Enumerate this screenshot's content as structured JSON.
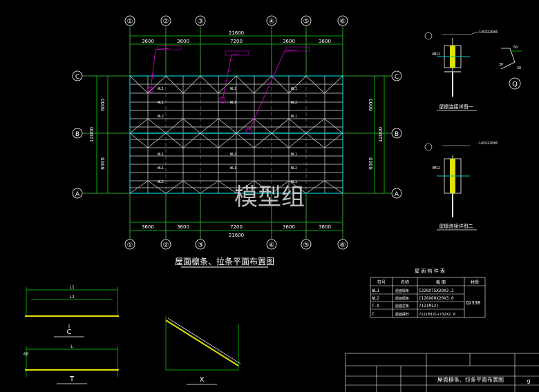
{
  "grid": {
    "columns": [
      "①",
      "②",
      "③",
      "④",
      "⑤",
      "⑥"
    ],
    "rows": [
      "A",
      "B",
      "C"
    ],
    "top_total": "21600",
    "top_dims": [
      "3600",
      "3600",
      "7200",
      "3600",
      "3600"
    ],
    "bottom_total": "21600",
    "bottom_dims": [
      "3600",
      "3600",
      "7200",
      "3600",
      "3600"
    ],
    "left_total": "12000",
    "left_dims": [
      "6000",
      "6000"
    ],
    "right_total": "12000",
    "right_dims": [
      "6000",
      "6000"
    ]
  },
  "main_title": "屋面檩条、拉条平面布置图",
  "watermark": "模型组",
  "detail_one": {
    "title": "屋檩连接详图一",
    "spec": "-145X220X6",
    "bolt": "4M12"
  },
  "detail_two": {
    "title": "屋檩连接详图二",
    "spec": "-145X220X6",
    "bolt": "4M12"
  },
  "section_q": {
    "label": "Q",
    "dims": [
      "50",
      "30",
      "20"
    ]
  },
  "table": {
    "title": "屋 面 构 件 表",
    "headers": [
      "符号",
      "名称",
      "截 面",
      "材质"
    ],
    "rows": [
      [
        "WL1",
        "屋面檩条",
        "C220X75X20X2.2"
      ],
      [
        "WL2",
        "屋面檩条",
        "C120X60X20X3.0"
      ],
      [
        "T-X",
        "屋面拉条",
        "?12(M12)"
      ],
      [
        "C",
        "屋面撑杆",
        "?12(M12)+?32X2.0"
      ]
    ],
    "material": "Q235B"
  },
  "details": {
    "c_label": "C",
    "t_label": "T",
    "x_label": "X",
    "dim_l1": "L1",
    "dim_l2": "L2",
    "dim_l": "L",
    "dim_60": "60"
  },
  "title_block": {
    "drawing_name": "屋面檩条、拉条平面布置图",
    "sheet_no": "9"
  }
}
